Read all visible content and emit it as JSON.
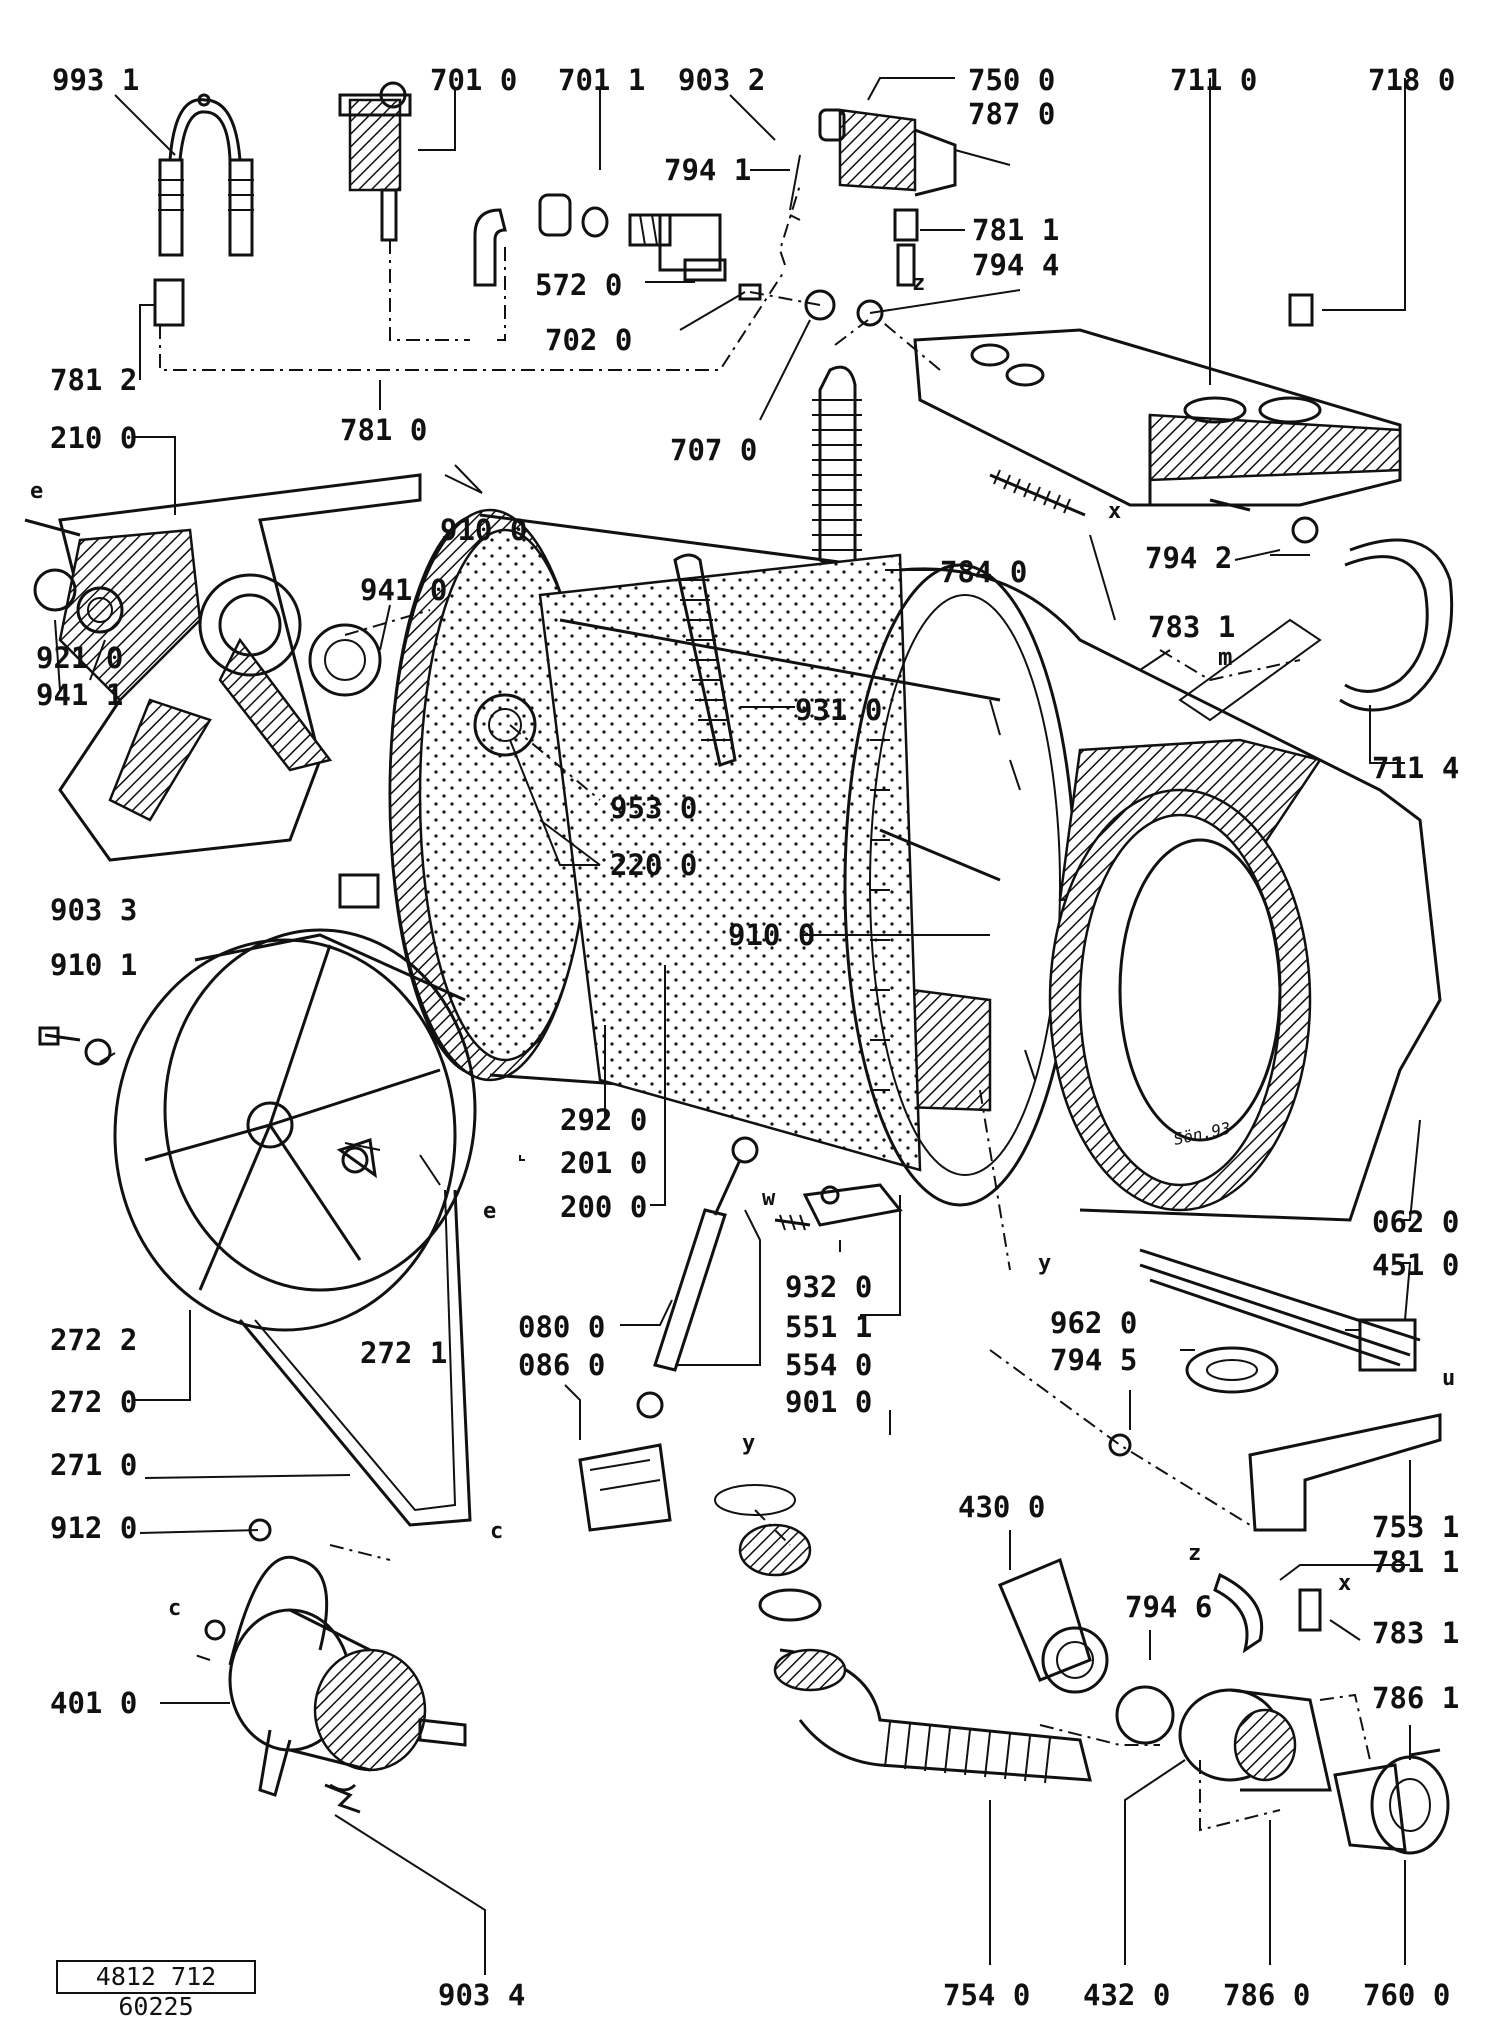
{
  "diagram": {
    "doc_number": "4812 712 60225",
    "signature": "Sön.93",
    "letter_markers": {
      "e": "e",
      "x": "x",
      "z": "z",
      "m": "m",
      "w": "w",
      "y": "y",
      "c": "c",
      "u": "u"
    },
    "parts": {
      "p9931": "993 1",
      "p7010": "701 0",
      "p7011": "701 1",
      "p9032": "903 2",
      "p7500": "750 0",
      "p7870": "787 0",
      "p7110": "711 0",
      "p7180": "718 0",
      "p7941": "794 1",
      "p7811": "781 1",
      "p7944": "794 4",
      "p5720": "572 0",
      "p7020": "702 0",
      "p7812": "781 2",
      "p7810": "781 0",
      "p7070": "707 0",
      "p2100": "210 0",
      "p9100": "910 0",
      "p9410": "941 0",
      "p7840": "784 0",
      "p7942": "794 2",
      "p7831": "783 1",
      "p9210": "921 0",
      "p9411": "941 1",
      "p9310": "931 0",
      "p7114": "711 4",
      "p9530": "953 0",
      "p2200": "220 0",
      "p9033": "903 3",
      "p9100b": "910 0",
      "p9101": "910 1",
      "p0620": "062 0",
      "p2920": "292 0",
      "p2010": "201 0",
      "p4510": "451 0",
      "p2000": "200 0",
      "p2722": "272 2",
      "p2721": "272 1",
      "p9320": "932 0",
      "p9620": "962 0",
      "p5511": "551 1",
      "p7945": "794 5",
      "p0800": "080 0",
      "p0860": "086 0",
      "p5540": "554 0",
      "p2720": "272 0",
      "p9010": "901 0",
      "p2710": "271 0",
      "p7531": "753 1",
      "p4300": "430 0",
      "p9120": "912 0",
      "p7811b": "781 1",
      "p7946": "794 6",
      "p7831b": "783 1",
      "p4010": "401 0",
      "p7861": "786 1",
      "p9034": "903 4",
      "p7540": "754 0",
      "p4320": "432 0",
      "p7860": "786 0",
      "p7600": "760 0"
    }
  }
}
